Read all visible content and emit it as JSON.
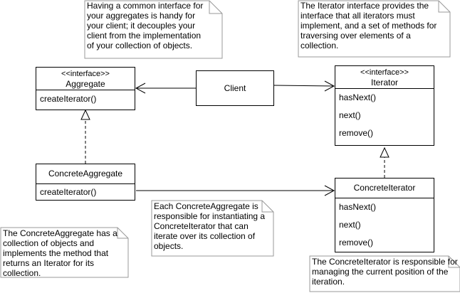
{
  "notes": {
    "aggregate_note": "Having a common interface for your aggregates is handy for your client; it decouples your client from the implementation of your collection of objects.",
    "iterator_note": "The Iterator interface provides the interface that all iterators must implement, and a set of methods for traversing over elements of a collection.",
    "concrete_aggregate_note": "The ConcreteAggregate has a collection of objects and implements the method that returns an Iterator for its collection.",
    "each_concrete_aggregate_note": "Each ConcreteAggregate is responsible for instantiating a ConcreteIterator that can iterate over its collection of objects.",
    "concrete_iterator_note": "The ConcreteIterator is responsible for managing the current position of the iteration."
  },
  "classes": {
    "aggregate": {
      "stereotype": "<<interface>>",
      "name": "Aggregate",
      "ops": [
        "createIterator()"
      ]
    },
    "iterator": {
      "stereotype": "<<interface>>",
      "name": "Iterator",
      "ops": [
        "hasNext()",
        "next()",
        "remove()"
      ]
    },
    "concrete_aggregate": {
      "name": "ConcreteAggregate",
      "ops": [
        "createIterator()"
      ]
    },
    "concrete_iterator": {
      "name": "ConcreteIterator",
      "ops": [
        "hasNext()",
        "next()",
        "remove()"
      ]
    }
  },
  "client": {
    "name": "Client"
  }
}
